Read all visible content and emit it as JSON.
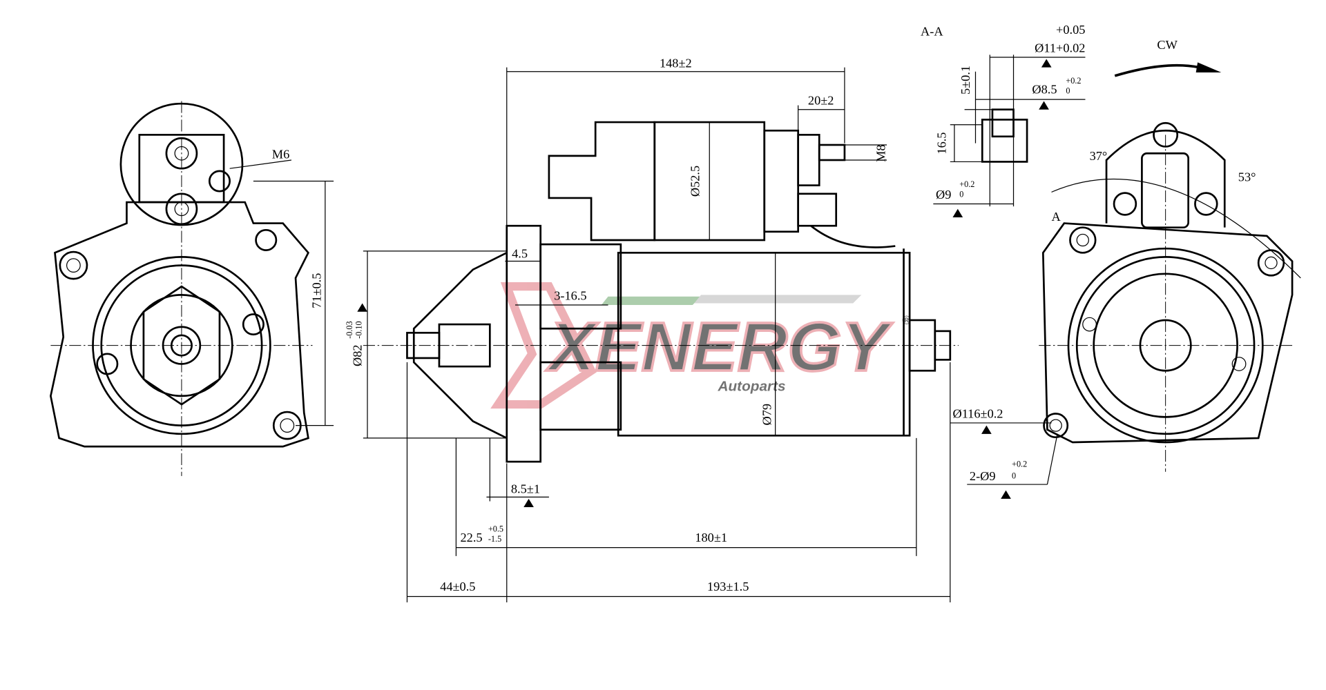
{
  "drawing": {
    "front_view": {
      "thread_label": "M6",
      "bolt_spacing": "71±0.5"
    },
    "side_view": {
      "overall_top": "148±2",
      "terminal_length": "20±2",
      "terminal_thread": "M8",
      "solenoid_diameter": "Ø52.5",
      "body_diameter": "Ø79",
      "pilot_diameter": "Ø82",
      "pilot_tol_upper": "-0.03",
      "pilot_tol_lower": "-0.10",
      "flange_thickness": "4.5",
      "teeth_spec": "3-16.5",
      "offset": "8.5±1",
      "pinion_offset": "22.5",
      "pinion_tol_upper": "+0.5",
      "pinion_tol_lower": "-1.5",
      "body_length": "180±1",
      "nose_length": "44±0.5",
      "overall_length": "193±1.5"
    },
    "section": {
      "title": "A-A",
      "bore_tol_upper": "+0.05",
      "bore": "Ø11+0.02",
      "depth": "5±0.1",
      "counterbore": "Ø8.5",
      "cb_tol_upper": "+0.2",
      "cb_tol_lower": "0",
      "height": "16.5",
      "hole": "Ø9",
      "hole_tol_upper": "+0.2",
      "hole_tol_lower": "0"
    },
    "rear_view": {
      "rotation": "CW",
      "angle_left": "37°",
      "angle_right": "53°",
      "section_marker": "A",
      "bolt_circle": "Ø116±0.2",
      "holes": "2-Ø9",
      "holes_tol_upper": "+0.2",
      "holes_tol_lower": "0"
    }
  },
  "watermark": {
    "brand": "XENERGY",
    "sub": "Autoparts",
    "mark": "®",
    "colors": {
      "red": "#e0707a",
      "green": "#6aa56a",
      "gray": "#b8b8b8"
    }
  }
}
